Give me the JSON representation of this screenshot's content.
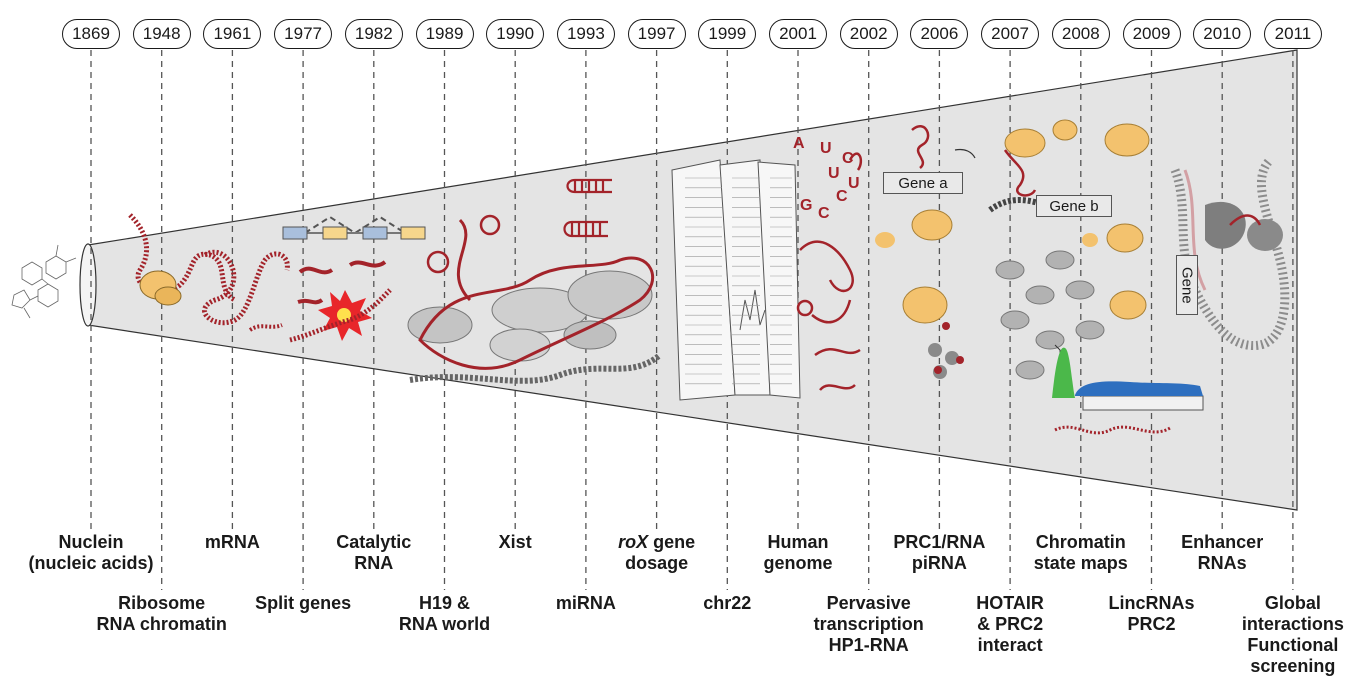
{
  "years": [
    "1869",
    "1948",
    "1961",
    "1977",
    "1982",
    "1989",
    "1990",
    "1993",
    "1997",
    "1999",
    "2001",
    "2002",
    "2006",
    "2007",
    "2008",
    "2009",
    "2010",
    "2011"
  ],
  "labels_top": [
    {
      "lines": [
        "Nuclein",
        "(nucleic acids)"
      ]
    },
    {
      "lines": [
        "mRNA"
      ]
    },
    {
      "lines": [
        "Catalytic",
        "RNA"
      ]
    },
    {
      "lines": [
        "Xist"
      ]
    },
    {
      "lines": [
        "roX gene",
        "dosage"
      ]
    },
    {
      "lines": [
        "Human",
        "genome"
      ]
    },
    {
      "lines": [
        "PRC1/RNA",
        "piRNA"
      ]
    },
    {
      "lines": [
        "Chromatin",
        "state maps"
      ]
    },
    {
      "lines": [
        "Enhancer",
        "RNAs"
      ]
    }
  ],
  "labels_bottom": [
    {
      "lines": [
        "Ribosome",
        "RNA chromatin"
      ]
    },
    {
      "lines": [
        "Split genes"
      ]
    },
    {
      "lines": [
        "H19 &",
        "RNA world"
      ]
    },
    {
      "lines": [
        "miRNA"
      ]
    },
    {
      "lines": [
        "chr22"
      ]
    },
    {
      "lines": [
        "Pervasive",
        "transcription",
        "HP1-RNA"
      ]
    },
    {
      "lines": [
        "HOTAIR",
        "& PRC2",
        "interact"
      ]
    },
    {
      "lines": [
        "LincRNAs",
        "PRC2"
      ]
    },
    {
      "lines": [
        "Global",
        "interactions",
        "Functional",
        "screening"
      ]
    }
  ],
  "rox_italic": "roX",
  "rox_rest": " gene",
  "illustration_text": {
    "gene_a": "Gene a",
    "gene_b": "Gene b",
    "gene": "Gene",
    "rna_letters": [
      "A",
      "U",
      "C",
      "U",
      "U",
      "C",
      "G",
      "C"
    ]
  },
  "colors": {
    "rna_red": "#a3232a",
    "cone_gray": "#e4e4e4",
    "protein_orange": "#f3c26e",
    "chromatin_gray": "#9a9a9a",
    "signal_blue": "#2e6fbf",
    "signal_green": "#4bb84a",
    "exon_blue": "#a9bfdc",
    "exon_yellow": "#f6d68c"
  }
}
